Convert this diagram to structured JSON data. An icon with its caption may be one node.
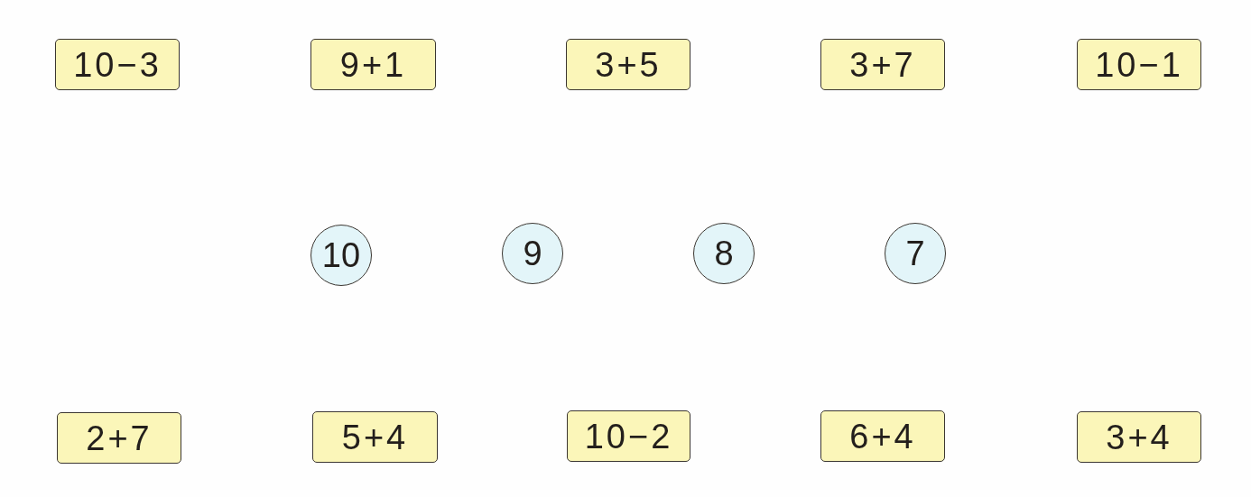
{
  "diagram": {
    "nodes": [
      {
        "text": [
          "10−3"
        ]
      },
      {
        "text": [
          "9+1"
        ]
      },
      {
        "text": [
          "3+5"
        ]
      },
      {
        "text": [
          "3+7"
        ]
      },
      {
        "text": [
          "10−1"
        ]
      },
      {
        "text": [
          "10"
        ]
      },
      {
        "text": [
          "9"
        ]
      },
      {
        "text": [
          "8"
        ]
      },
      {
        "text": [
          "7"
        ]
      },
      {
        "text": [
          "2+7"
        ]
      },
      {
        "text": [
          "5+4"
        ]
      },
      {
        "text": [
          "10−2"
        ]
      },
      {
        "text": [
          "6+4"
        ]
      },
      {
        "text": [
          "3+4"
        ]
      }
    ]
  }
}
